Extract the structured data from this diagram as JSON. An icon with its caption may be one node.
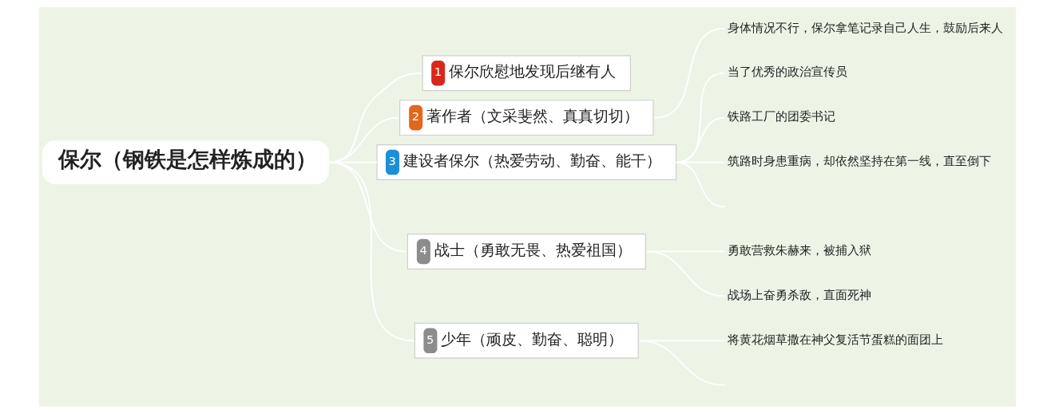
{
  "diagram": {
    "nodes": [
      {
        "text": [
          "保尔（钢铁是怎样炼成的）"
        ]
      },
      {
        "text": [
          "1",
          "保尔欣慰地发现后继有人"
        ]
      },
      {
        "text": [
          "2",
          "著作者（文采斐然、真真切切）"
        ]
      },
      {
        "text": [
          "身体情况不行，保尔拿笔记录自己人生，鼓励后来人"
        ]
      },
      {
        "text": [
          "3",
          "建设者保尔（热爱劳动、勤奋、能干）"
        ]
      },
      {
        "text": [
          "当了优秀的政治宣传员"
        ]
      },
      {
        "text": [
          "铁路工厂的团委书记"
        ]
      },
      {
        "text": [
          "筑路时身患重病，却依然坚持在第一线，直至倒下"
        ]
      },
      {
        "text": [
          "4",
          "战士（勇敢无畏、热爱祖国）"
        ]
      },
      {
        "text": [
          "勇敢营救朱赫来，被捕入狱"
        ]
      },
      {
        "text": [
          "战场上奋勇杀敌，直面死神"
        ]
      },
      {
        "text": [
          "5",
          "少年（顽皮、勤奋、聪明）"
        ]
      },
      {
        "text": [
          "将黄花烟草撒在神父复活节蛋糕的面团上"
        ]
      }
    ],
    "edges": [
      {
        "from": 0,
        "to": 1,
        "arrow": "none"
      },
      {
        "from": 0,
        "to": 2,
        "arrow": "none"
      },
      {
        "from": 2,
        "to": 3,
        "arrow": "none"
      },
      {
        "from": 0,
        "to": 4,
        "arrow": "none"
      },
      {
        "from": 4,
        "to": 5,
        "arrow": "none"
      },
      {
        "from": 4,
        "to": 6,
        "arrow": "none"
      },
      {
        "from": 4,
        "to": 7,
        "arrow": "none"
      },
      {
        "from": 4,
        "to": null,
        "arrow": "none"
      },
      {
        "from": 0,
        "to": 8,
        "arrow": "none"
      },
      {
        "from": 8,
        "to": 9,
        "arrow": "none"
      },
      {
        "from": 8,
        "to": 10,
        "arrow": "none"
      },
      {
        "from": 0,
        "to": 11,
        "arrow": "none"
      },
      {
        "from": 11,
        "to": 12,
        "arrow": "none"
      },
      {
        "from": 11,
        "to": null,
        "arrow": "none"
      }
    ]
  }
}
